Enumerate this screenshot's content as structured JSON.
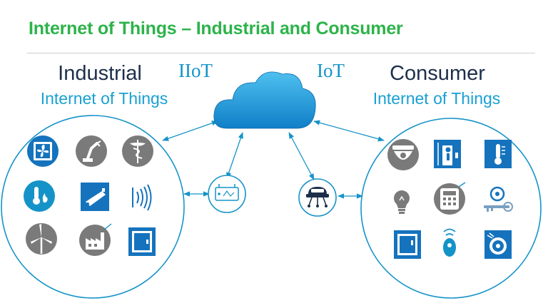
{
  "title": "Internet of Things – Industrial and Consumer",
  "cloud_labels": {
    "left": "IIoT",
    "right": "IoT"
  },
  "industrial": {
    "heading": "Industrial",
    "subheading": "Internet of Things"
  },
  "consumer": {
    "heading": "Consumer",
    "subheading": "Internet of Things"
  },
  "icons": {
    "industrial": [
      "ventilation-fan-icon",
      "robot-arm-icon",
      "medical-caduceus-icon",
      "thermostat-flame-icon",
      "security-camera-icon",
      "rfid-signal-icon",
      "wind-turbine-icon",
      "factory-icon",
      "electrical-cabinet-icon"
    ],
    "consumer": [
      "dome-camera-icon",
      "smart-door-icon",
      "thermometer-icon",
      "light-bulb-icon",
      "security-keypad-icon",
      "smart-key-icon",
      "refrigerator-icon",
      "wearable-sensor-icon",
      "smart-speaker-icon"
    ],
    "hubs": [
      "industrial-gateway-icon",
      "smart-home-hub-icon"
    ],
    "cloud": "cloud-icon"
  },
  "colors": {
    "title": "#2db34a",
    "accent": "#1593c8",
    "heading": "#1c2f4a",
    "icon_gray": "#7a7a7a",
    "icon_blue": "#1573bd"
  }
}
